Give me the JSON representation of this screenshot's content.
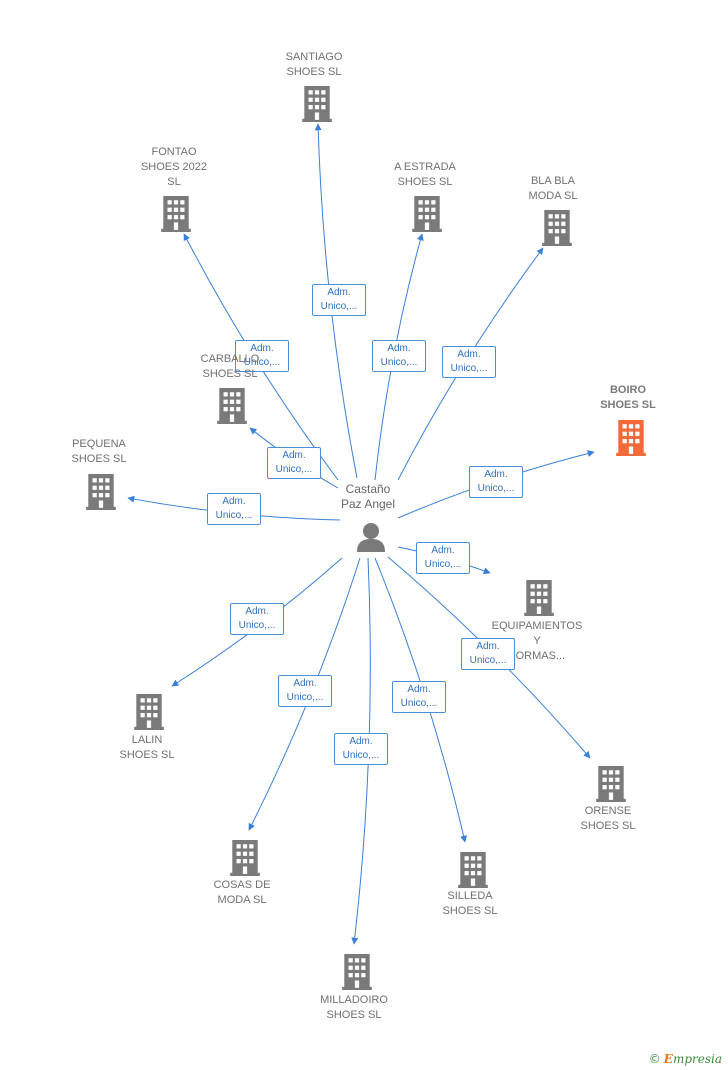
{
  "center": {
    "name": "Castaño\nPaz Angel",
    "icon": "person-icon"
  },
  "edge_label": "Adm.\nUnico,...",
  "colors": {
    "edge": "#3a80d8",
    "building": "#7a7a7a",
    "highlight": "#f26a3a"
  },
  "nodes": [
    {
      "id": "santiago",
      "label": "SANTIAGO\nSHOES  SL"
    },
    {
      "id": "fontao",
      "label": "FONTAO\nSHOES 2022\nSL"
    },
    {
      "id": "a-estrada",
      "label": "A ESTRADA\nSHOES  SL"
    },
    {
      "id": "bla-bla",
      "label": "BLA BLA\nMODA  SL"
    },
    {
      "id": "boiro",
      "label": "BOIRO\nSHOES  SL",
      "highlight": true
    },
    {
      "id": "carballo",
      "label": "CARBALLO\nSHOES  SL"
    },
    {
      "id": "pequena",
      "label": "PEQUENA\nSHOES  SL"
    },
    {
      "id": "equipamientos",
      "label": "EQUIPAMIENTOS\nY\nFORMAS..."
    },
    {
      "id": "lalin",
      "label": "LALIN\nSHOES  SL"
    },
    {
      "id": "orense",
      "label": "ORENSE\nSHOES  SL"
    },
    {
      "id": "cosas",
      "label": "COSAS DE\nMODA  SL"
    },
    {
      "id": "silleda",
      "label": "SILLEDA\nSHOES  SL"
    },
    {
      "id": "milladoiro",
      "label": "MILLADOIRO\nSHOES  SL"
    }
  ],
  "brand": {
    "copyright": "©",
    "name": "mpresia",
    "initial": "E"
  }
}
